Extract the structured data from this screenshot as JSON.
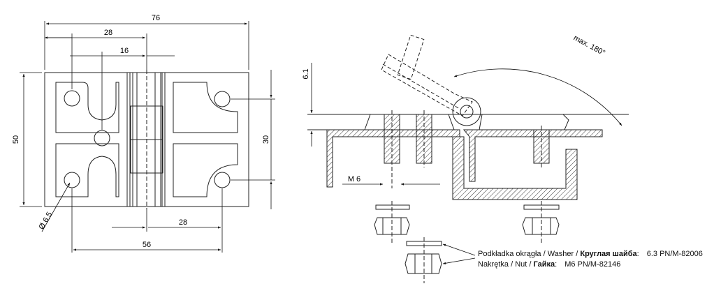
{
  "dimensions": {
    "overall_width": "76",
    "width_28_top": "28",
    "width_16": "16",
    "height_50": "50",
    "height_30": "30",
    "hole_dia": "Ø 6.5",
    "width_28_bottom": "28",
    "width_56": "56",
    "height_6_1": "6.1",
    "thread": "M 6",
    "angle": "max. 180°"
  },
  "legend": {
    "washer": {
      "pl": "Podkładka okrągła",
      "en": "Washer",
      "ru": "Круглая шайба",
      "spec": "6.3 PN/M-82006"
    },
    "nut": {
      "pl": "Nakrętka",
      "en": "Nut",
      "ru": "Гайка",
      "spec": "M6 PN/M-82146"
    }
  },
  "colors": {
    "line": "#222222",
    "background": "#ffffff"
  }
}
